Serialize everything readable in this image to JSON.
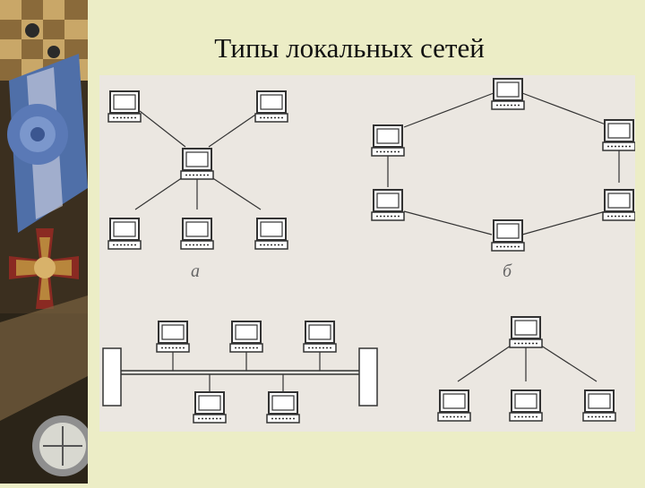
{
  "title": "Типы локальных сетей",
  "labels": {
    "star": "а",
    "ring": "б"
  },
  "decoration": {
    "left_panel": "decorative-photo-medals-and-compass"
  },
  "colors": {
    "slide_background": "#ecedc6",
    "diagram_background": "#ebe7e1",
    "line": "#333333"
  }
}
